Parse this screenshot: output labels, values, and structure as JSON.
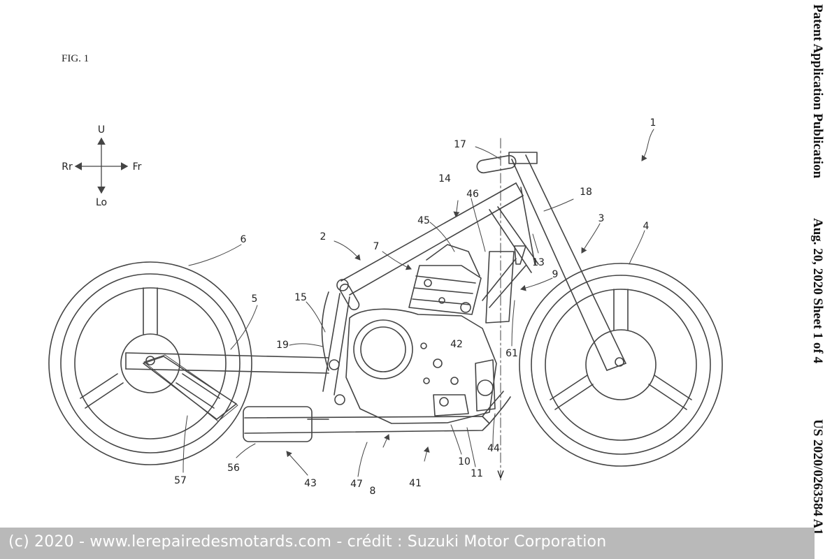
{
  "page": {
    "figure_label": "FIG. 1",
    "header_publication": "Patent Application Publication",
    "header_date_sheet": "Aug. 20, 2020  Sheet 1 of 4",
    "header_patent_number": "US 2020/0263584 A1",
    "caption": "(c) 2020 - www.lerepairedesmotards.com - crédit : Suzuki Motor Corporation"
  },
  "compass": {
    "up": "U",
    "down": "Lo",
    "rear": "Rr",
    "front": "Fr"
  },
  "reference_numerals": {
    "n1": "1",
    "n2": "2",
    "n3": "3",
    "n4": "4",
    "n5": "5",
    "n6": "6",
    "n7": "7",
    "n8": "8",
    "n9": "9",
    "n10": "10",
    "n11": "11",
    "n13": "13",
    "n14": "14",
    "n15": "15",
    "n17": "17",
    "n18": "18",
    "n19": "19",
    "n41": "41",
    "n42": "42",
    "n43": "43",
    "n44": "44",
    "n45": "45",
    "n46": "46",
    "n47": "47",
    "n56": "56",
    "n57": "57",
    "n61": "61",
    "axis_v": "V"
  },
  "colors": {
    "line": "#444444",
    "caption_bar": "#b9b9b9",
    "caption_text": "#ffffff"
  }
}
